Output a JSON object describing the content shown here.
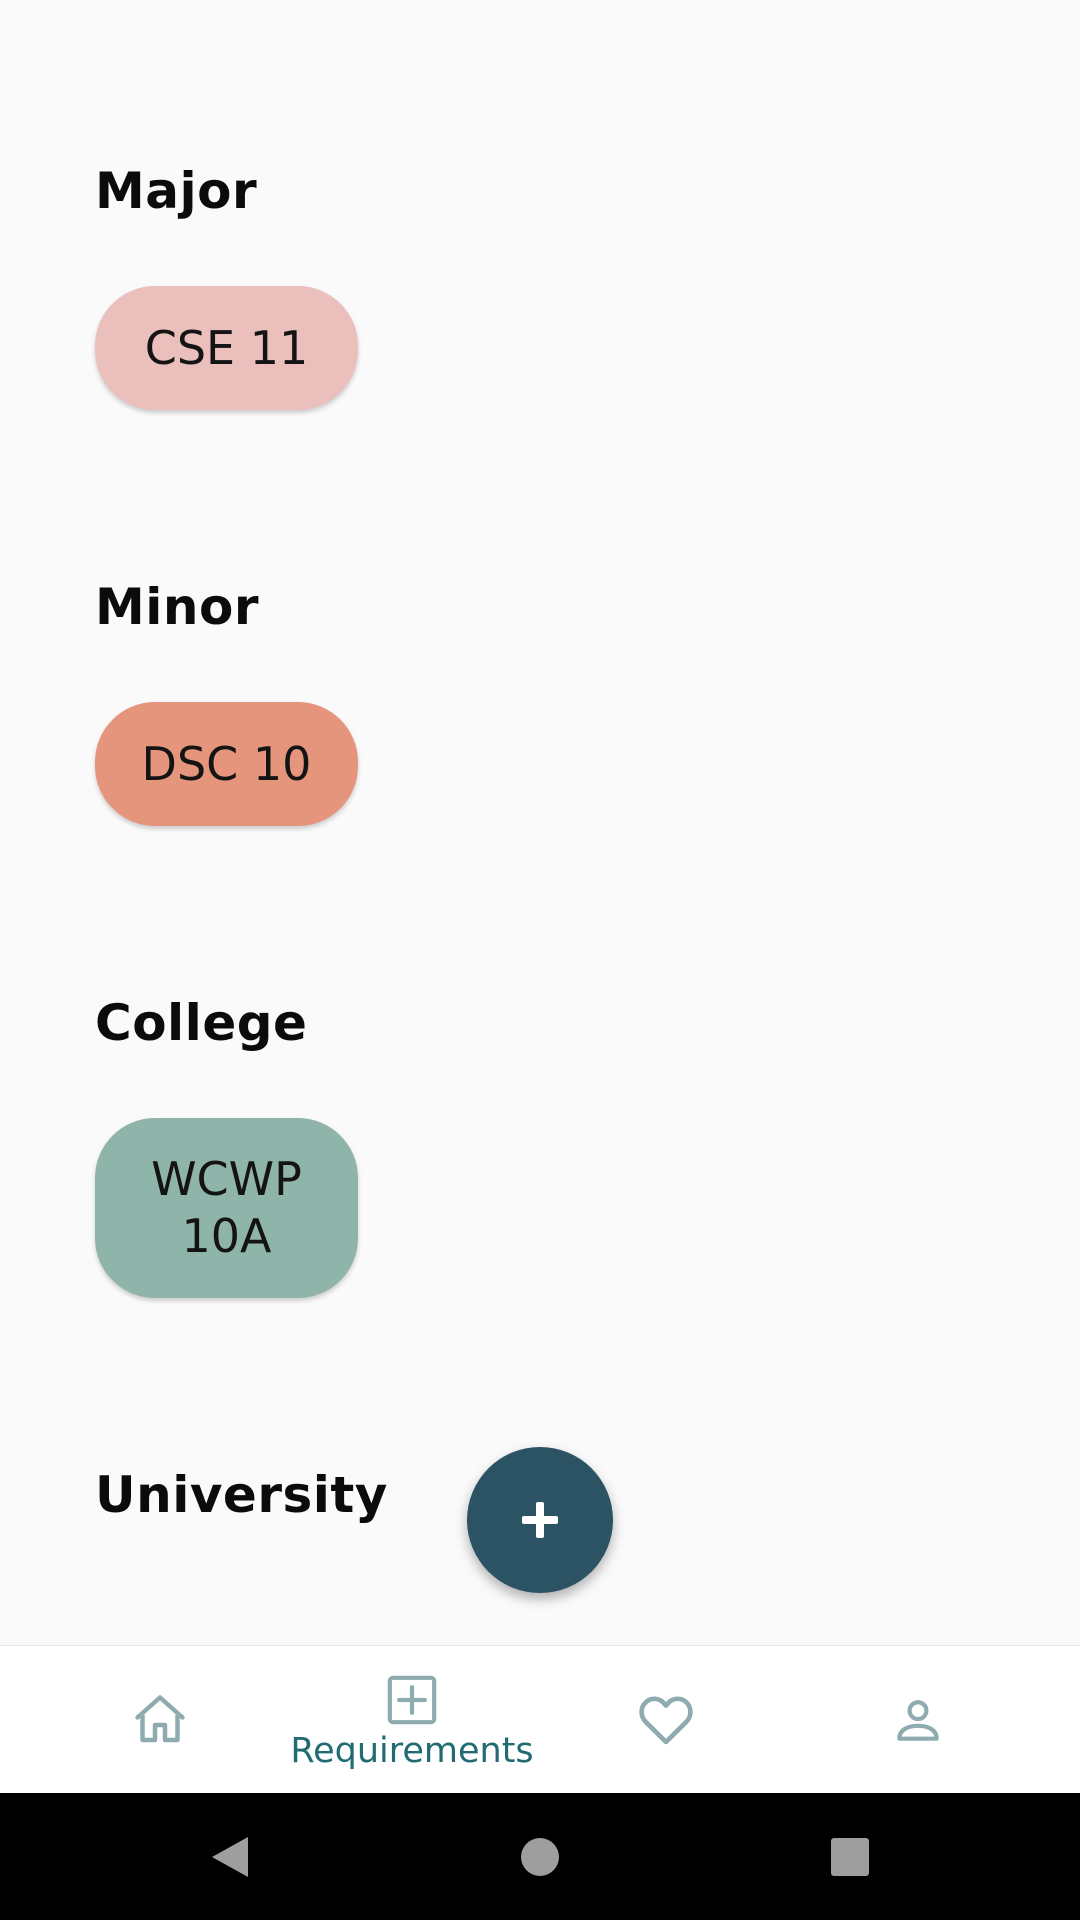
{
  "sections": [
    {
      "title": "Major",
      "courses": [
        {
          "label": "CSE 11",
          "color": "#ebbfbb"
        }
      ]
    },
    {
      "title": "Minor",
      "courses": [
        {
          "label": "DSC 10",
          "color": "#e6957d"
        }
      ]
    },
    {
      "title": "College",
      "courses": [
        {
          "label": "WCWP 10A",
          "color": "#8fb4aa"
        }
      ]
    },
    {
      "title": "University",
      "courses": []
    }
  ],
  "fab": {
    "icon": "plus-icon",
    "color": "#2c5364"
  },
  "bottom_nav": {
    "items": [
      {
        "icon": "home-icon",
        "label": ""
      },
      {
        "icon": "add-box-icon",
        "label": "Requirements",
        "active": true
      },
      {
        "icon": "heart-icon",
        "label": ""
      },
      {
        "icon": "person-icon",
        "label": ""
      }
    ],
    "active_color": "#216b72",
    "inactive_color": "#8eabb0"
  },
  "system_nav": {
    "items": [
      "back-triangle-icon",
      "home-circle-icon",
      "recents-square-icon"
    ]
  }
}
